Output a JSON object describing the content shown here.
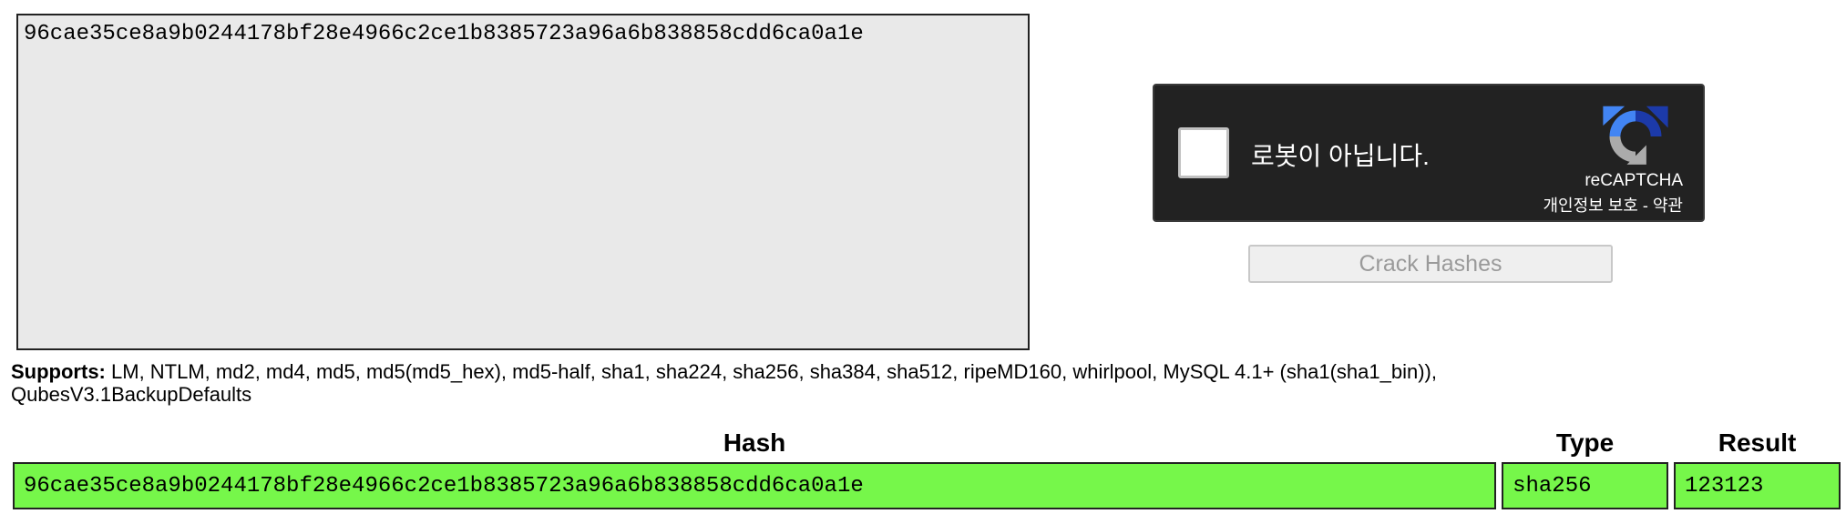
{
  "hash_input": {
    "value": "96cae35ce8a9b0244178bf28e4966c2ce1b8385723a96a6b838858cdd6ca0a1e"
  },
  "recaptcha": {
    "label": "로봇이 아닙니다.",
    "brand": "reCAPTCHA",
    "privacy_link": "개인정보 보호",
    "separator": " - ",
    "terms_link": "약관"
  },
  "crack_button": {
    "label": "Crack Hashes"
  },
  "supports": {
    "label": "Supports:",
    "text": " LM, NTLM, md2, md4, md5, md5(md5_hex), md5-half, sha1, sha224, sha256, sha384, sha512, ripeMD160, whirlpool, MySQL 4.1+ (sha1(sha1_bin)),",
    "text_line2": "QubesV3.1BackupDefaults"
  },
  "results": {
    "headers": {
      "hash": "Hash",
      "type": "Type",
      "result": "Result"
    },
    "rows": [
      {
        "hash": "96cae35ce8a9b0244178bf28e4966c2ce1b8385723a96a6b838858cdd6ca0a1e",
        "type": "sha256",
        "result": "123123"
      }
    ],
    "found_color": "#76f74a"
  },
  "colors": {
    "recaptcha_bg": "#222222",
    "textarea_bg": "#e9e9e9"
  }
}
